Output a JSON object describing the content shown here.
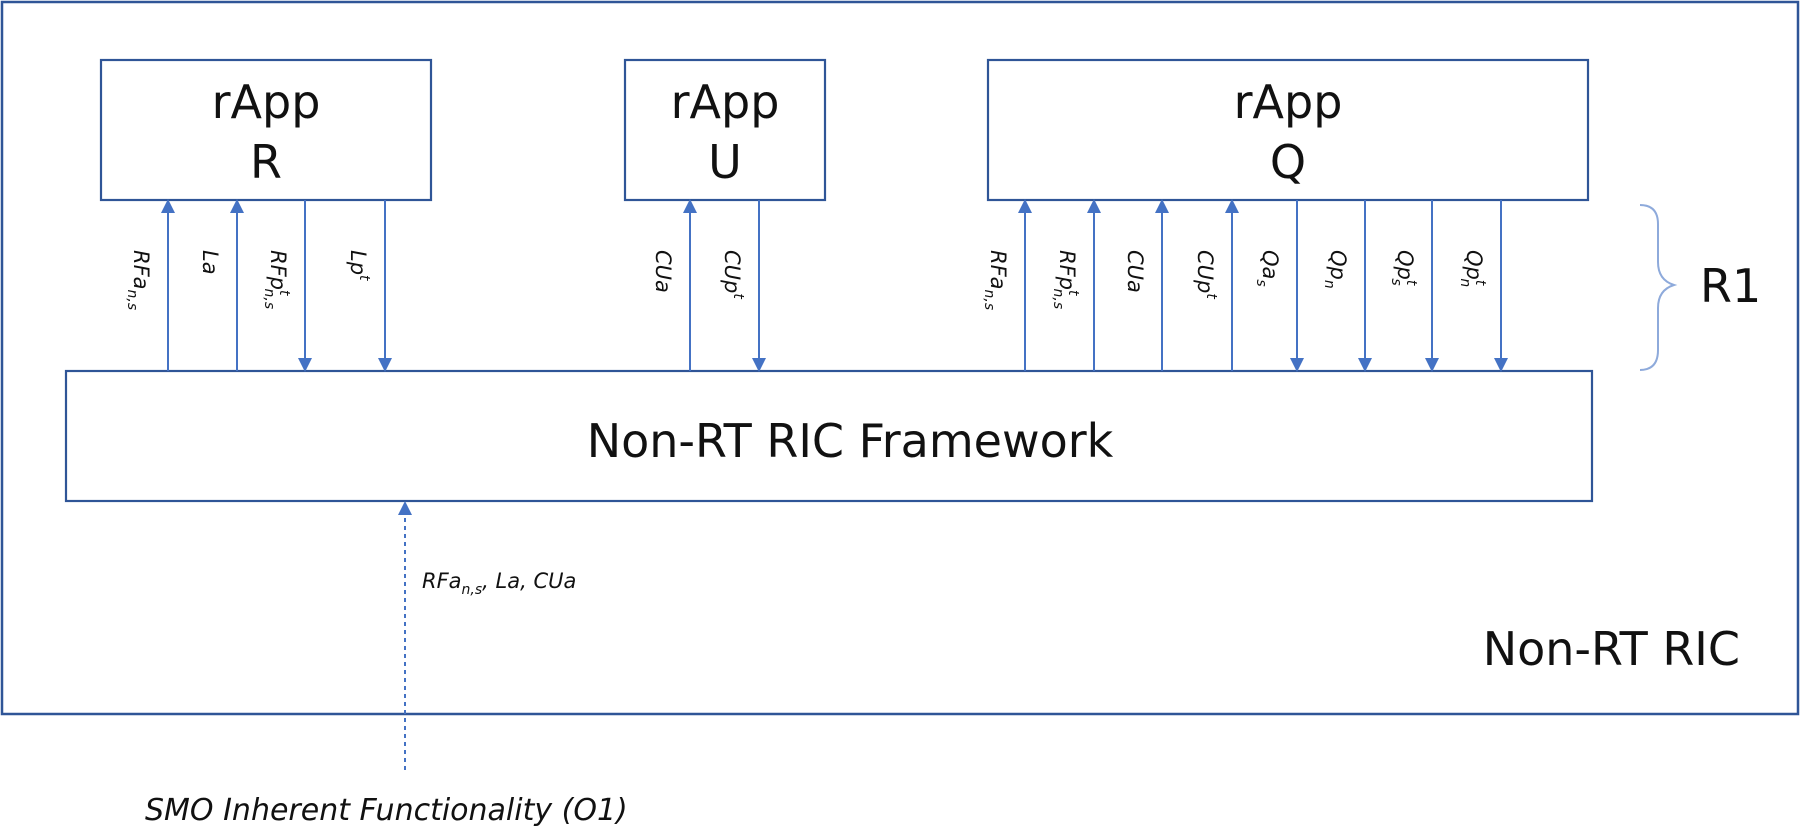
{
  "outer": {
    "label": "Non-RT RIC"
  },
  "rapps": [
    {
      "title": "rApp",
      "name": "R"
    },
    {
      "title": "rApp",
      "name": "U"
    },
    {
      "title": "rApp",
      "name": "Q"
    }
  ],
  "framework": {
    "label": "Non-RT RIC Framework"
  },
  "interface": {
    "label": "R1"
  },
  "signals": [
    {
      "base": "RFa",
      "sub": "n,s",
      "sup": "",
      "dir": "up"
    },
    {
      "base": "La",
      "sub": "",
      "sup": "",
      "dir": "up"
    },
    {
      "base": "RFp",
      "sub": "n,s",
      "sup": "t",
      "dir": "down"
    },
    {
      "base": "Lp",
      "sub": "",
      "sup": "t",
      "dir": "down"
    },
    {
      "base": "CUa",
      "sub": "",
      "sup": "",
      "dir": "up"
    },
    {
      "base": "CUp",
      "sub": "",
      "sup": "t",
      "dir": "down"
    },
    {
      "base": "RFa",
      "sub": "n,s",
      "sup": "",
      "dir": "up"
    },
    {
      "base": "RFp",
      "sub": "n,s",
      "sup": "t",
      "dir": "up"
    },
    {
      "base": "CUa",
      "sub": "",
      "sup": "",
      "dir": "up"
    },
    {
      "base": "CUp",
      "sub": "",
      "sup": "t",
      "dir": "up"
    },
    {
      "base": "Qa",
      "sub": "s",
      "sup": "",
      "dir": "down"
    },
    {
      "base": "Qp",
      "sub": "n",
      "sup": "",
      "dir": "down"
    },
    {
      "base": "Qp",
      "sub": "s",
      "sup": "t",
      "dir": "down"
    },
    {
      "base": "Qp",
      "sub": "n",
      "sup": "t",
      "dir": "down"
    }
  ],
  "smo_input": {
    "parts": [
      {
        "base": "RFa",
        "sub": "n,s"
      },
      {
        "base": ", La, CUa",
        "sub": ""
      }
    ]
  },
  "footer": {
    "label": "SMO Inherent Functionality (O1)"
  }
}
